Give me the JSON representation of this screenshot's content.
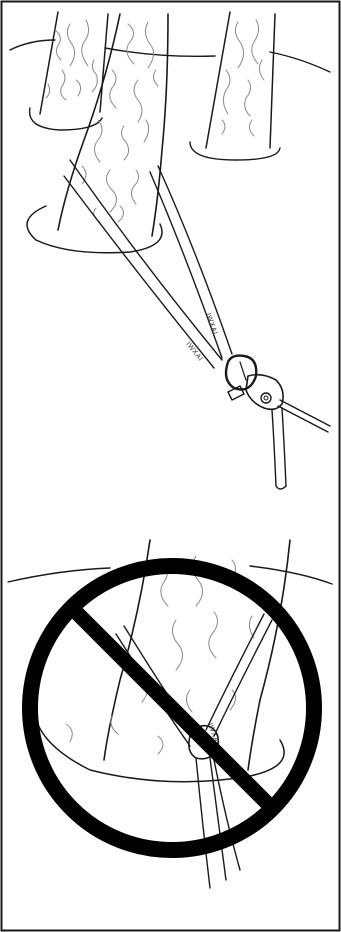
{
  "figure": {
    "panels": [
      {
        "id": "correct",
        "label": ""
      },
      {
        "id": "incorrect",
        "label": ""
      }
    ]
  },
  "sling": {
    "upper_label": "IWXAI",
    "lower_label": "IWXAI",
    "bottom_label": "IWXAI"
  },
  "colors": {
    "line": "#1a1a1a",
    "bark": "#8a8a8a",
    "prohibition": "#000000",
    "background": "#ffffff"
  },
  "icons": [
    "prohibition-icon",
    "carabiner-icon",
    "descender-icon"
  ]
}
